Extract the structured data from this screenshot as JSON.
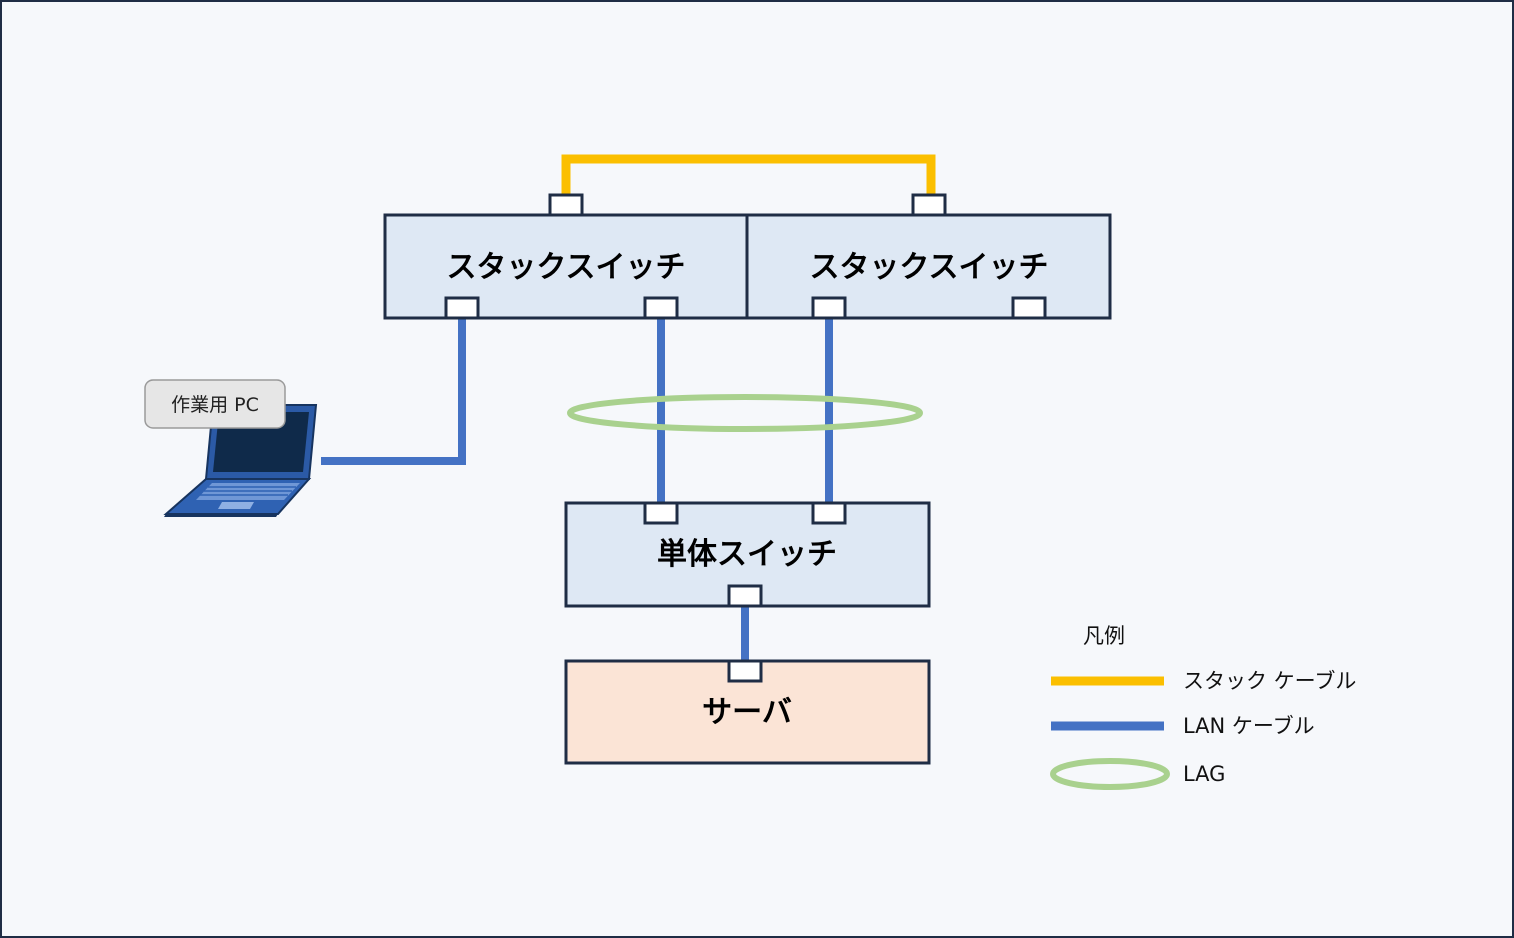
{
  "nodes": {
    "stack_switch_1": {
      "label": "スタックスイッチ"
    },
    "stack_switch_2": {
      "label": "スタックスイッチ"
    },
    "single_switch": {
      "label": "単体スイッチ"
    },
    "server": {
      "label": "サーバ"
    },
    "work_pc": {
      "label": "作業用 PC",
      "icon": "laptop-icon"
    }
  },
  "edges": [
    {
      "from": "stack_switch_1",
      "to": "stack_switch_2",
      "type": "stack_cable"
    },
    {
      "from": "stack_switch_1",
      "to": "work_pc",
      "type": "lan_cable"
    },
    {
      "from": "stack_switch_1",
      "to": "single_switch",
      "type": "lan_cable",
      "lag": true
    },
    {
      "from": "stack_switch_2",
      "to": "single_switch",
      "type": "lan_cable",
      "lag": true
    },
    {
      "from": "single_switch",
      "to": "server",
      "type": "lan_cable"
    }
  ],
  "legend": {
    "title": "凡例",
    "stack_cable": "スタック ケーブル",
    "lan_cable": "LAN ケーブル",
    "lag": "LAG"
  },
  "colors": {
    "stack_cable": "#fbbf00",
    "lan_cable": "#4472c4",
    "lag": "#a9d18e",
    "switch_fill": "#dee8f4",
    "server_fill": "#fbe4d6",
    "border": "#1f2d45",
    "background": "#f6f8fb"
  }
}
